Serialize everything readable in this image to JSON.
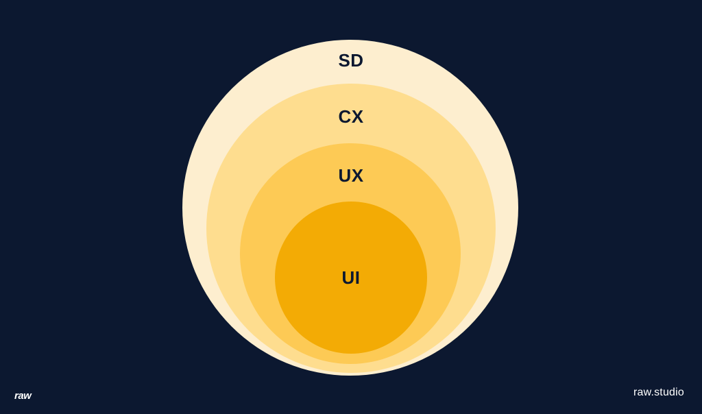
{
  "diagram": {
    "rings": [
      {
        "id": "sd",
        "label": "SD",
        "color": "#fdeecf"
      },
      {
        "id": "cx",
        "label": "CX",
        "color": "#fedd8f"
      },
      {
        "id": "ux",
        "label": "UX",
        "color": "#fdca55"
      },
      {
        "id": "ui",
        "label": "UI",
        "color": "#f3ab05"
      }
    ]
  },
  "footer": {
    "logo": "raw",
    "brand_text": "raw.studio"
  },
  "colors": {
    "background": "#0c1830",
    "label_text": "#0c1830",
    "footer_text": "#ffffff"
  }
}
